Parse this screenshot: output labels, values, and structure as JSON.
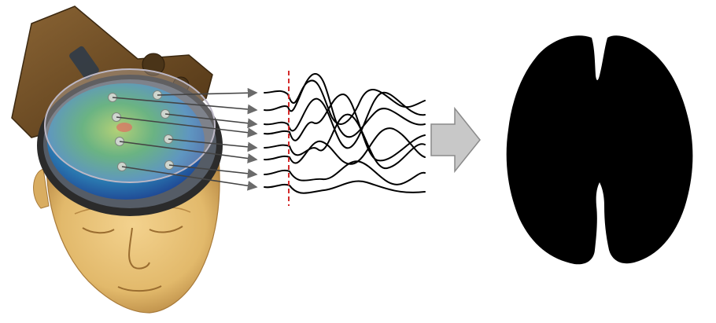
{
  "figure": {
    "stages": [
      "head-with-electrode-array",
      "recorded-signals",
      "brain-mask"
    ],
    "colors": {
      "skin": "#e8c27a",
      "skin_shadow": "#b98a45",
      "bracket": "#6b4a22",
      "cap_high": "#2f9a4a",
      "cap_low": "#1e4fa6",
      "electrode": "#cfd6cf",
      "signal": "#000000",
      "onset_marker": "#d42b2b",
      "arrow_fill": "#c8c8c8",
      "arrow_stroke": "#8a8a8a",
      "mask": "#000000"
    },
    "electrode_count": 8,
    "signal_count": 8
  }
}
